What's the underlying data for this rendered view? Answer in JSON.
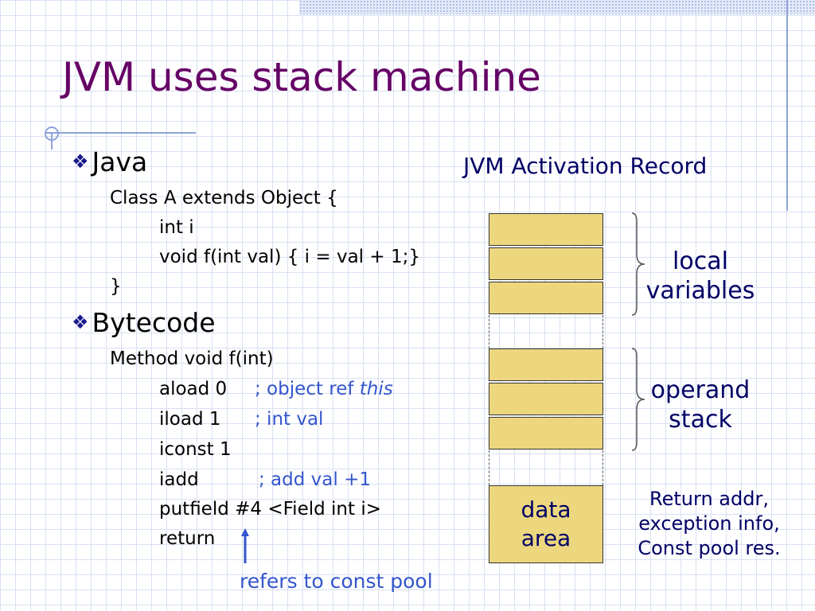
{
  "title": "JVM uses stack machine",
  "java": {
    "heading": "Java",
    "lines": [
      "Class A extends Object {",
      "int i",
      "void f(int val) { i = val + 1;}",
      "}"
    ]
  },
  "bytecode": {
    "heading": "Bytecode",
    "method": "Method void f(int)",
    "instructions": [
      {
        "code": "aload 0",
        "comment": "; object ref ",
        "comment_em": "this"
      },
      {
        "code": "iload 1",
        "comment": "; int val",
        "comment_em": ""
      },
      {
        "code": "iconst 1",
        "comment": "",
        "comment_em": ""
      },
      {
        "code": "iadd",
        "comment": "; add val +1",
        "comment_em": ""
      },
      {
        "code": "putfield #4 <Field int i>",
        "comment": "",
        "comment_em": ""
      },
      {
        "code": "return",
        "comment": "",
        "comment_em": ""
      }
    ],
    "annotation": "refers to const pool"
  },
  "activation_record": {
    "title": "JVM Activation Record",
    "local_label_1": "local",
    "local_label_2": "variables",
    "operand_label_1": "operand",
    "operand_label_2": "stack",
    "data_area_1": "data",
    "data_area_2": "area",
    "extra_1": "Return addr,",
    "extra_2": "exception info,",
    "extra_3": "Const pool res."
  },
  "colors": {
    "title": "#660066",
    "accent": "#000066",
    "comment": "#3355cc",
    "slot_fill": "#ecd77f",
    "grid": "#d9e0f2"
  }
}
